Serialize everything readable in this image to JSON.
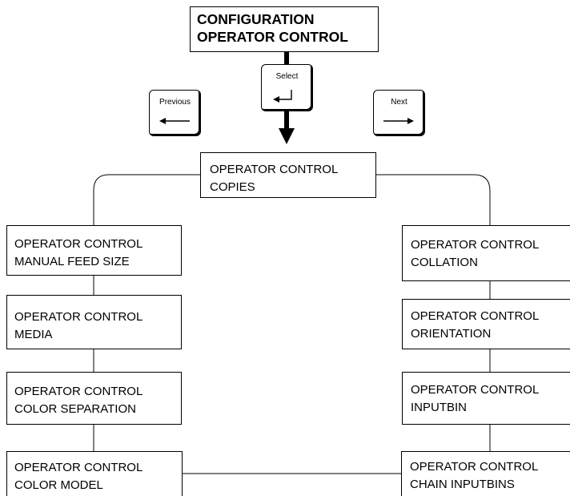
{
  "title": {
    "line1": "CONFIGURATION",
    "line2": "OPERATOR CONTROL"
  },
  "keys": {
    "select": "Select",
    "previous": "Previous",
    "next": "Next"
  },
  "nodes": {
    "copies": {
      "line1": "OPERATOR CONTROL",
      "line2": "COPIES"
    },
    "manual_feed": {
      "line1": "OPERATOR CONTROL",
      "line2": "MANUAL FEED SIZE"
    },
    "media": {
      "line1": "OPERATOR CONTROL",
      "line2": "MEDIA"
    },
    "color_separation": {
      "line1": "OPERATOR CONTROL",
      "line2": "COLOR SEPARATION"
    },
    "color_model": {
      "line1": "OPERATOR CONTROL",
      "line2": "COLOR MODEL"
    },
    "collation": {
      "line1": "OPERATOR CONTROL",
      "line2": "COLLATION"
    },
    "orientation": {
      "line1": "OPERATOR CONTROL",
      "line2": "ORIENTATION"
    },
    "inputbin": {
      "line1": "OPERATOR CONTROL",
      "line2": "INPUTBIN"
    },
    "chain_inputbins": {
      "line1": "OPERATOR CONTROL",
      "line2": "CHAIN INPUTBINS"
    }
  }
}
